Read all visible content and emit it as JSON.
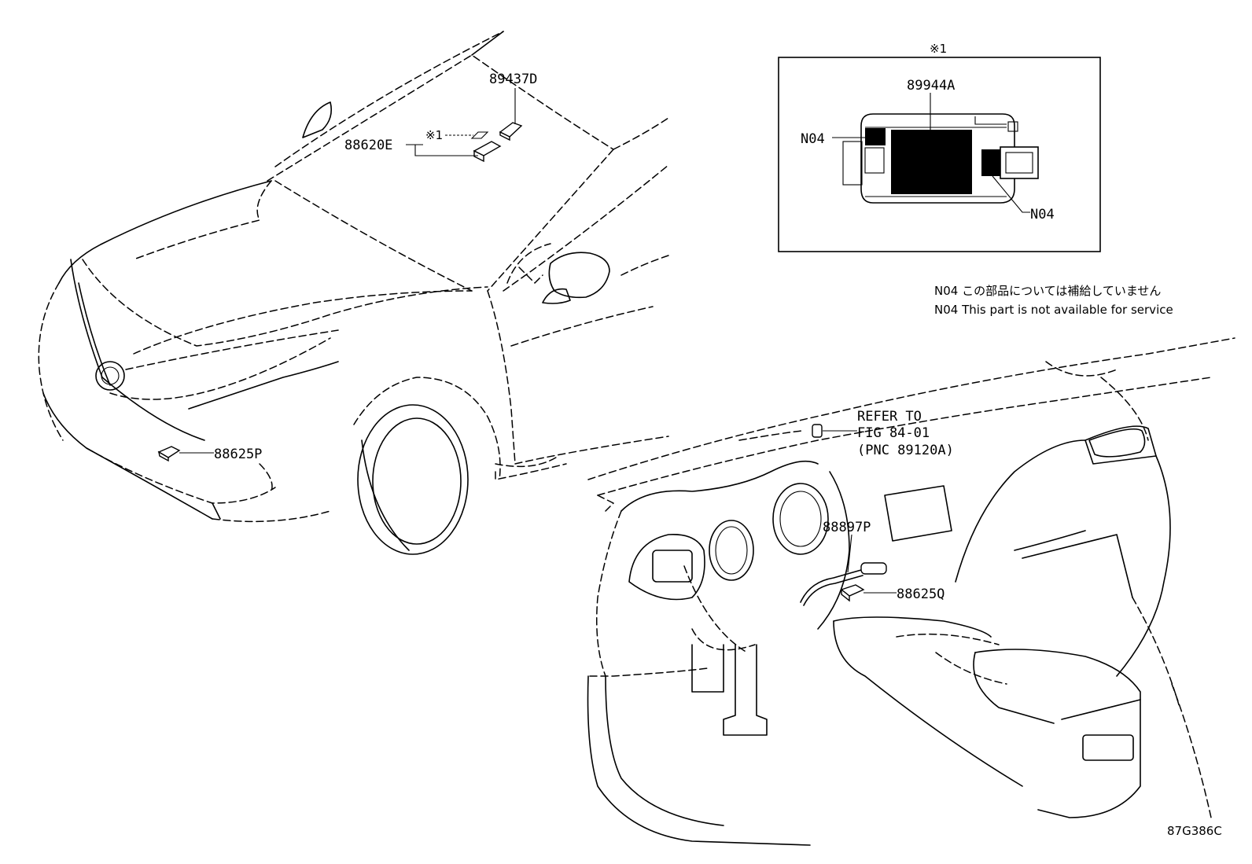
{
  "labels": {
    "p89437D": "89437D",
    "p88620E": "88620E",
    "mark_small": "※1",
    "p88625P": "88625P",
    "inset_mark": "※1",
    "p89944A": "89944A",
    "n04_left": "N04",
    "n04_right": "N04",
    "refer_line1": "REFER TO",
    "refer_line2": "FIG 84-01",
    "refer_line3": "(PNC 89120A)",
    "p88897P": "88897P",
    "p88625Q": "88625Q"
  },
  "notes": {
    "jp": "N04 この部品については補給していません",
    "en": "N04 This part is not available for service"
  },
  "diagram_code": "87G386C"
}
